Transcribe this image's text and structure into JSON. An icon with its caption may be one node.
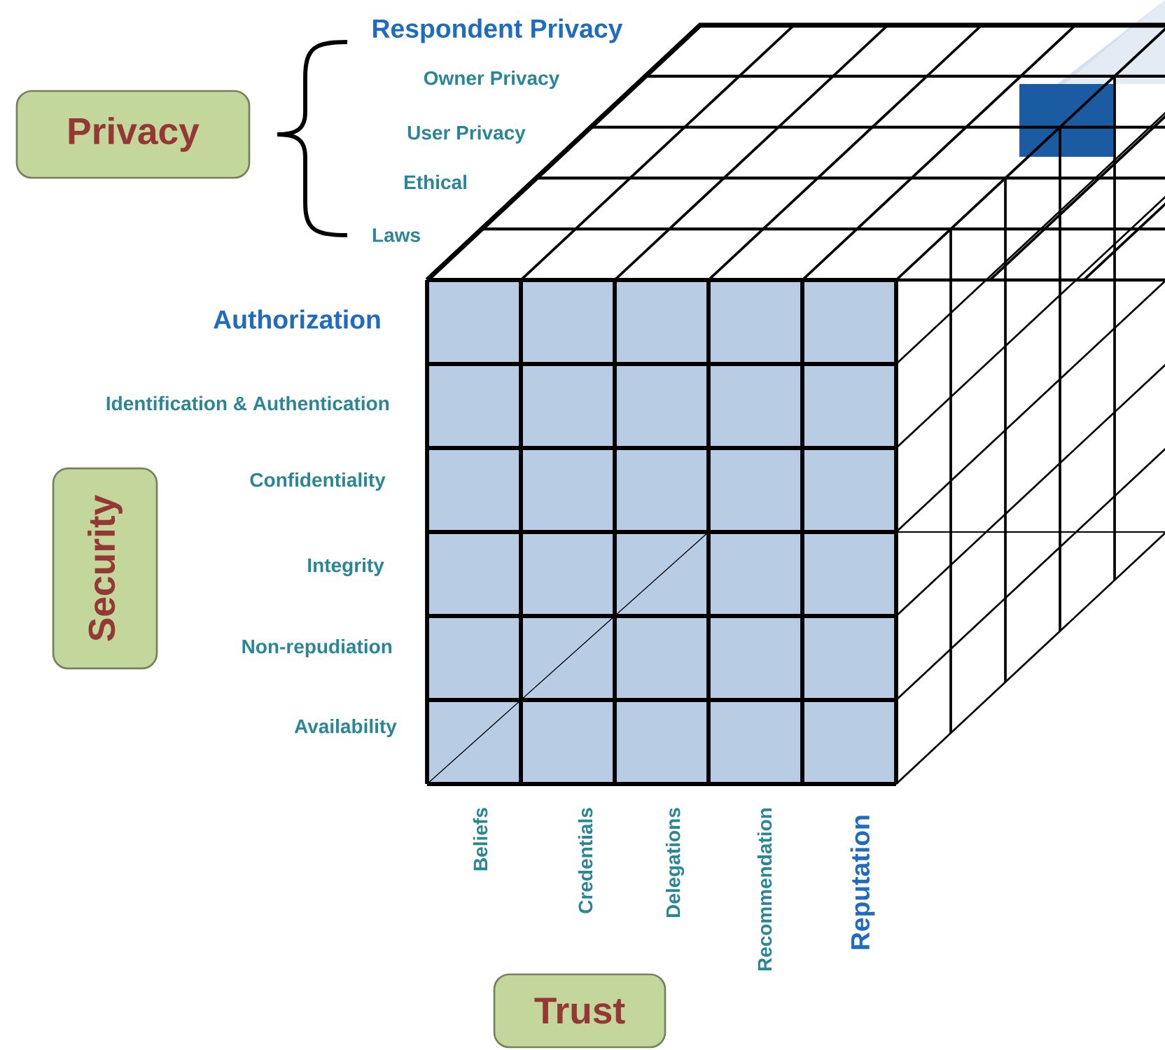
{
  "diagram": {
    "nodes": [
      {
        "text": [
          "Privacy"
        ]
      },
      {
        "text": [
          "Security"
        ]
      },
      {
        "text": [
          "Trust"
        ]
      }
    ],
    "labels": [
      "Respondent Privacy",
      "Owner Privacy",
      "User Privacy",
      "Ethical",
      "Laws",
      "Authorization",
      "Identification & Authentication",
      "Confidentiality",
      "Integrity",
      "Non-repudiation",
      "Availability",
      "Beliefs",
      "Credentials",
      "Delegations",
      "Recommendation",
      "Reputation"
    ]
  }
}
